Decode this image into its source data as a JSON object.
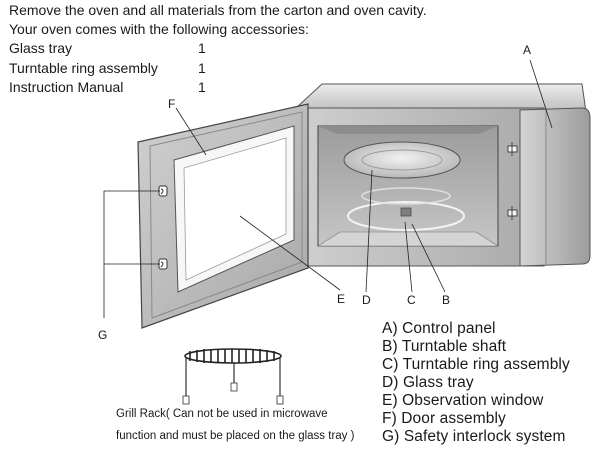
{
  "intro": {
    "line1": "Remove the oven and all materials from the carton and oven cavity.",
    "line2": "Your oven comes with the following accessories:"
  },
  "accessories": [
    {
      "name": "Glass tray",
      "qty": "1"
    },
    {
      "name": "Turntable ring assembly",
      "qty": "1"
    },
    {
      "name": "Instruction Manual",
      "qty": "1"
    }
  ],
  "callouts": {
    "a": "A",
    "b": "B",
    "c": "C",
    "d": "D",
    "e": "E",
    "f": "F",
    "g": "G"
  },
  "legend": [
    "A) Control panel",
    "B) Turntable shaft",
    "C) Turntable ring assembly",
    "D) Glass tray",
    "E) Observation window",
    "F) Door assembly",
    "G) Safety interlock system"
  ],
  "grill_caption": {
    "line1": "Grill Rack( Can not be used in microwave",
    "line2": "function and must be placed on the glass tray )"
  }
}
